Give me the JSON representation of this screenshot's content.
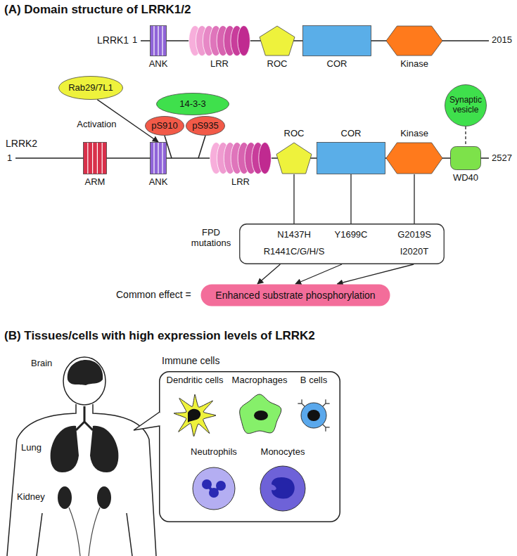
{
  "diagram": {
    "nodes": [
      {
        "text": [
          "ANK"
        ]
      },
      {
        "text": [
          "LRR"
        ]
      },
      {
        "text": [
          "ROC"
        ]
      },
      {
        "text": [
          "COR"
        ]
      },
      {
        "text": [
          "Kinase"
        ]
      },
      {
        "text": [
          "Rab29/7L1"
        ]
      },
      {
        "text": [
          "14-3-3"
        ]
      },
      {
        "text": [
          "pS910"
        ]
      },
      {
        "text": [
          "pS935"
        ]
      },
      {
        "text": [
          "Synaptic vesicle"
        ]
      },
      {
        "text": [
          "ARM"
        ]
      },
      {
        "text": [
          "ANK"
        ]
      },
      {
        "text": [
          "LRR"
        ]
      },
      {
        "text": [
          "ROC"
        ]
      },
      {
        "text": [
          "COR"
        ]
      },
      {
        "text": [
          "Kinase"
        ]
      },
      {
        "text": [
          "WD40"
        ]
      },
      {
        "text": [
          "FPD mutations",
          "N1437H",
          "Y1699C",
          "G2019S",
          "R1441C/G/H/S",
          "I2020T"
        ]
      },
      {
        "text": [
          "Enhanced substrate phosphorylation"
        ]
      },
      {
        "text": [
          "Immune cells"
        ]
      },
      {
        "text": [
          "Dendritic cells"
        ],
        "in": 19
      },
      {
        "text": [
          "Macrophages"
        ],
        "in": 19
      },
      {
        "text": [
          "B cells"
        ],
        "in": 19
      },
      {
        "text": [
          "Neutrophils"
        ],
        "in": 19
      },
      {
        "text": [
          "Monocytes"
        ],
        "in": 19
      }
    ],
    "edges": [
      {
        "from": 5,
        "to": 11,
        "arrow": "to",
        "label": "Activation"
      },
      {
        "from": 9,
        "to": 16,
        "arrow": "none"
      },
      {
        "from": 13,
        "to": 17,
        "arrow": "none"
      },
      {
        "from": 14,
        "to": 17,
        "arrow": "none"
      },
      {
        "from": 15,
        "to": 17,
        "arrow": "none"
      },
      {
        "from": 17,
        "to": 18,
        "arrow": "to"
      },
      {
        "from": 17,
        "to": 18,
        "arrow": "to"
      },
      {
        "from": 17,
        "to": 18,
        "arrow": "to"
      }
    ],
    "labels": [
      "(A) Domain structure of LRRK1/2",
      "LRRK1",
      "1",
      "2015",
      "LRRK2",
      "1",
      "2527",
      "Common effect =",
      "(B) Tissues/cells with high expression levels of LRRK2",
      "Brain",
      "Lung",
      "Kidney"
    ]
  }
}
